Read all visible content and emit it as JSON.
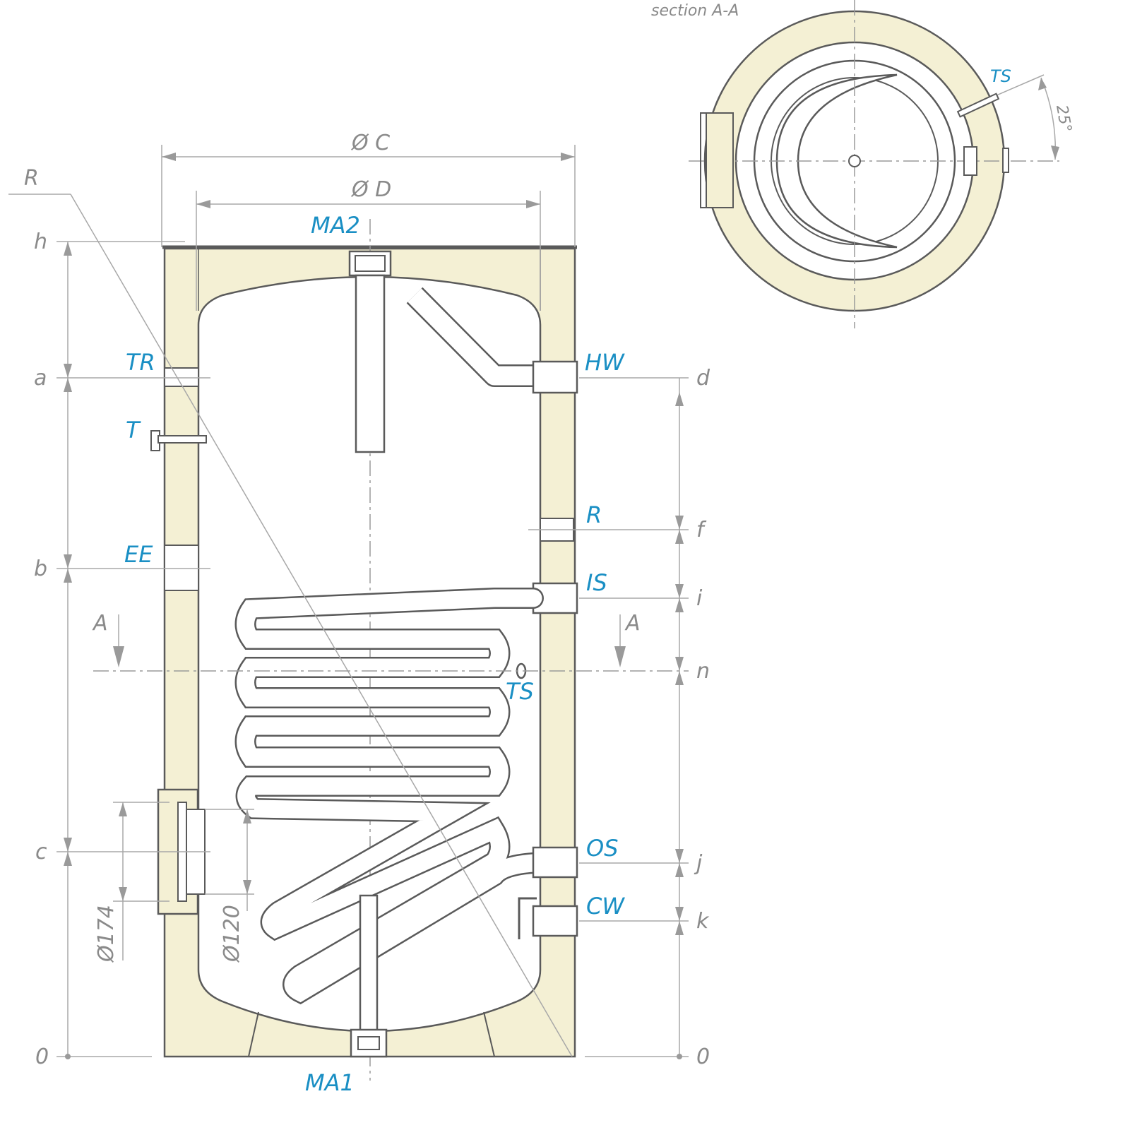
{
  "drawing": {
    "section_title": "section A-A",
    "section_angle": "25°",
    "dimensions": {
      "outer_diameter": "Ø C",
      "inner_diameter": "Ø D",
      "flange_outer": "Ø174",
      "flange_inner": "Ø120",
      "height_labels": {
        "h": "h",
        "a": "a",
        "b": "b",
        "c": "c",
        "zero_left": "0",
        "d": "d",
        "f": "f",
        "i": "i",
        "n": "n",
        "j": "j",
        "k": "k",
        "zero_right": "0"
      },
      "section_marks": {
        "left": "A",
        "right": "A"
      }
    },
    "connections": {
      "ma2": "MA2",
      "ma1": "MA1",
      "tr": "TR",
      "t": "T",
      "ee": "EE",
      "r_left": "R",
      "hw": "HW",
      "r_right": "R",
      "is": "IS",
      "ts": "TS",
      "os": "OS",
      "cw": "CW",
      "ts_section": "TS"
    },
    "colors": {
      "insulation": "#f4f0d4",
      "outline": "#5a5a5a",
      "connection_label": "#1a8fc4",
      "dimension_label": "#8a8a8a"
    }
  }
}
